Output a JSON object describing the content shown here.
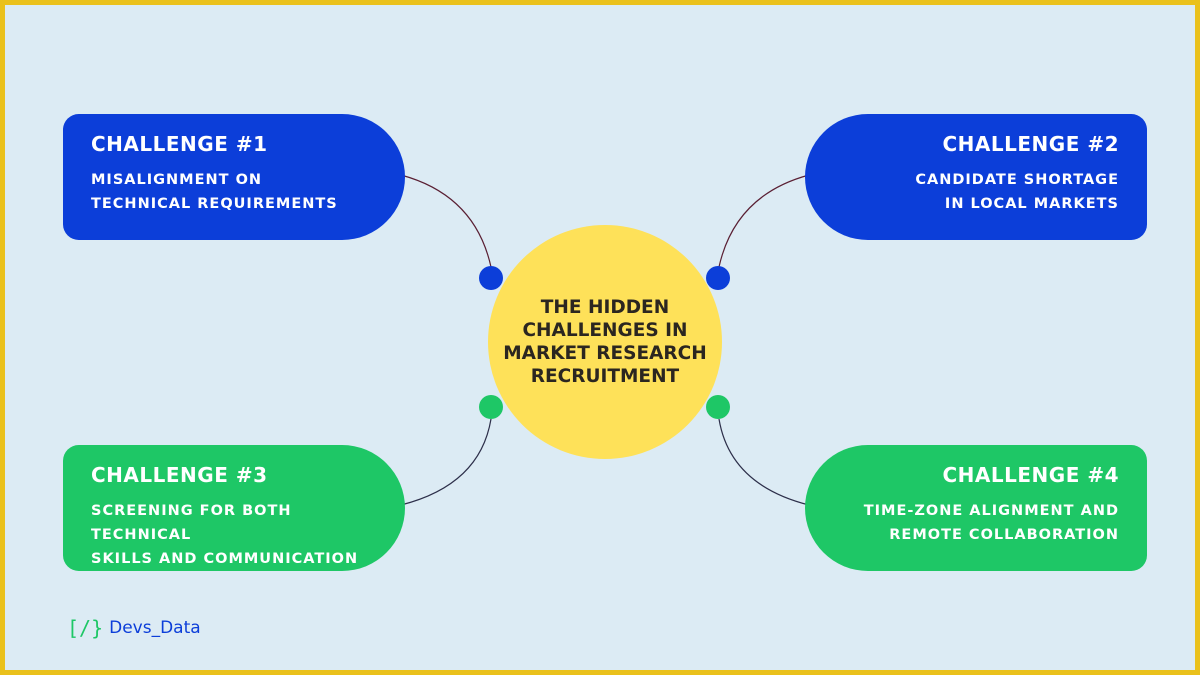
{
  "hub": {
    "lines": [
      "The hidden",
      "challenges in",
      "market research",
      "recruitment"
    ]
  },
  "challenges": [
    {
      "title": "Challenge #1",
      "lines": [
        "Misalignment on",
        "technical requirements"
      ],
      "color": "#0c3ed9"
    },
    {
      "title": "Challenge #2",
      "lines": [
        "Candidate shortage",
        "in local markets"
      ],
      "color": "#0c3ed9"
    },
    {
      "title": "Challenge #3",
      "lines": [
        "Screening for both technical",
        "skills and communication"
      ],
      "color": "#1ec766"
    },
    {
      "title": "Challenge #4",
      "lines": [
        "Time-zone alignment and",
        "remote collaboration"
      ],
      "color": "#1ec766"
    }
  ],
  "logo": {
    "mark": "[/}",
    "text": "Devs_Data"
  },
  "colors": {
    "background": "#dcebf4",
    "border": "#eac11c",
    "hub": "#fee159",
    "connector": "#5a1f33"
  }
}
